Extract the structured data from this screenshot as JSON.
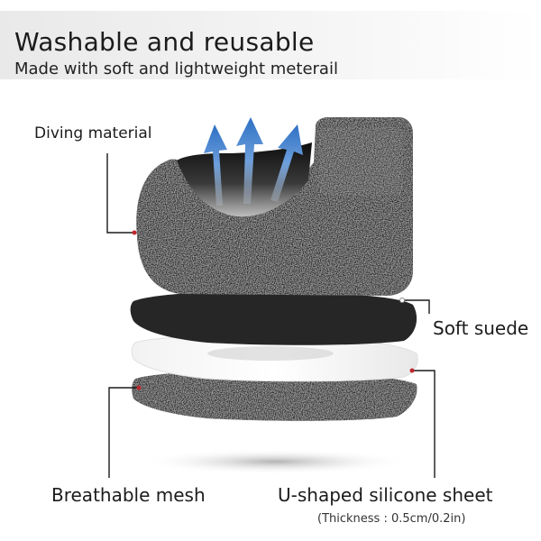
{
  "header": {
    "title": "Washable and reusable",
    "subtitle": "Made with soft and lightweight meterail"
  },
  "callouts": {
    "diving_material": "Diving material",
    "soft_suede": "Soft suede",
    "breathable_mesh": "Breathable mesh",
    "silicone_sheet": "U-shaped silicone sheet",
    "thickness_note": "(Thickness : 0.5cm/0.2in)"
  },
  "colors": {
    "fabric": "#2b2b2b",
    "arrow": "#3a78c8",
    "pointer": "#c0262d"
  }
}
